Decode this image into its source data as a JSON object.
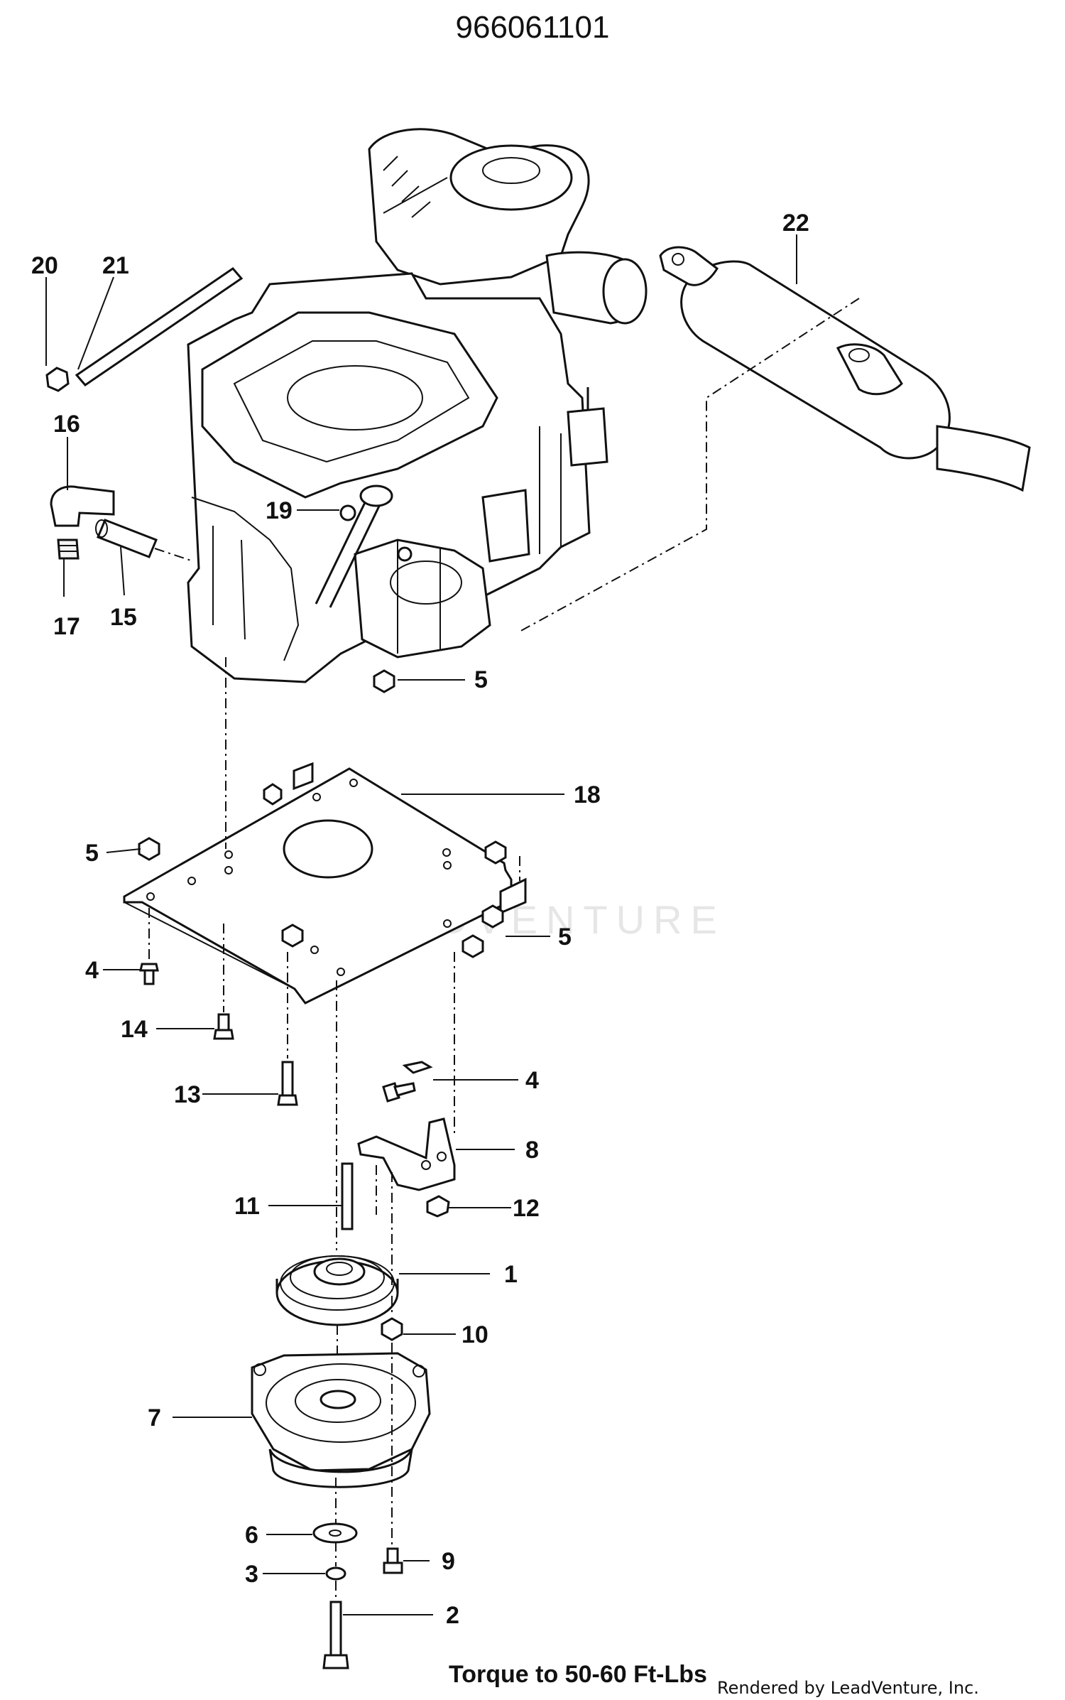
{
  "header": {
    "part_number": "966061101"
  },
  "footer": {
    "note": "Torque to 50-60 Ft-Lbs",
    "credit": "Rendered by LeadVenture, Inc."
  },
  "watermark": {
    "text": "LEADVENTURE"
  },
  "callouts": [
    {
      "id": "c20",
      "label": "20"
    },
    {
      "id": "c21",
      "label": "21"
    },
    {
      "id": "c22",
      "label": "22"
    },
    {
      "id": "c16",
      "label": "16"
    },
    {
      "id": "c19",
      "label": "19"
    },
    {
      "id": "c17",
      "label": "17"
    },
    {
      "id": "c15",
      "label": "15"
    },
    {
      "id": "c5a",
      "label": "5"
    },
    {
      "id": "c18",
      "label": "18"
    },
    {
      "id": "c5b",
      "label": "5"
    },
    {
      "id": "c5c",
      "label": "5"
    },
    {
      "id": "c4a",
      "label": "4"
    },
    {
      "id": "c14",
      "label": "14"
    },
    {
      "id": "c13",
      "label": "13"
    },
    {
      "id": "c4b",
      "label": "4"
    },
    {
      "id": "c8",
      "label": "8"
    },
    {
      "id": "c11",
      "label": "11"
    },
    {
      "id": "c12",
      "label": "12"
    },
    {
      "id": "c1",
      "label": "1"
    },
    {
      "id": "c10",
      "label": "10"
    },
    {
      "id": "c7",
      "label": "7"
    },
    {
      "id": "c6",
      "label": "6"
    },
    {
      "id": "c9",
      "label": "9"
    },
    {
      "id": "c3",
      "label": "3"
    },
    {
      "id": "c2",
      "label": "2"
    }
  ]
}
